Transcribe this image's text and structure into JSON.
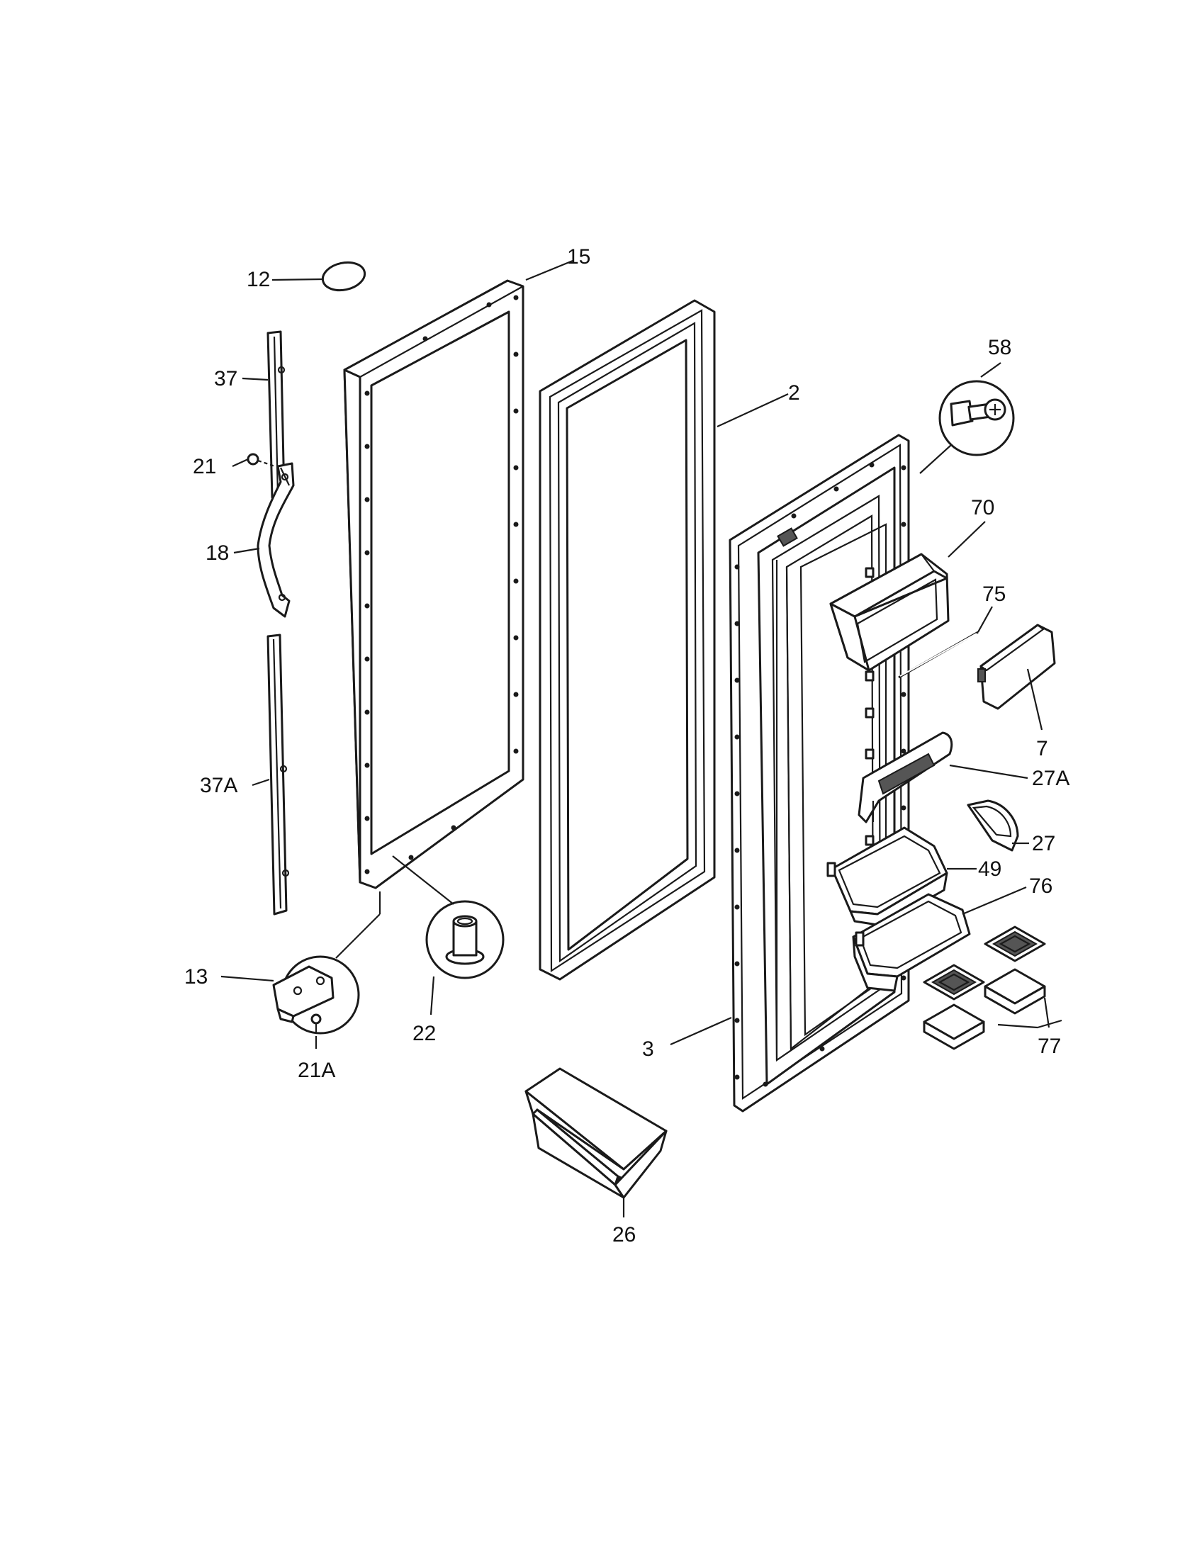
{
  "callouts": {
    "c12": "12",
    "c15": "15",
    "c37": "37",
    "c21": "21",
    "c18": "18",
    "c37A": "37A",
    "c13": "13",
    "c21A": "21A",
    "c22": "22",
    "c2": "2",
    "c58": "58",
    "c70": "70",
    "c75": "75",
    "c7": "7",
    "c27A": "27A",
    "c27": "27",
    "c49": "49",
    "c76": "76",
    "c77": "77",
    "c3": "3",
    "c26": "26"
  }
}
